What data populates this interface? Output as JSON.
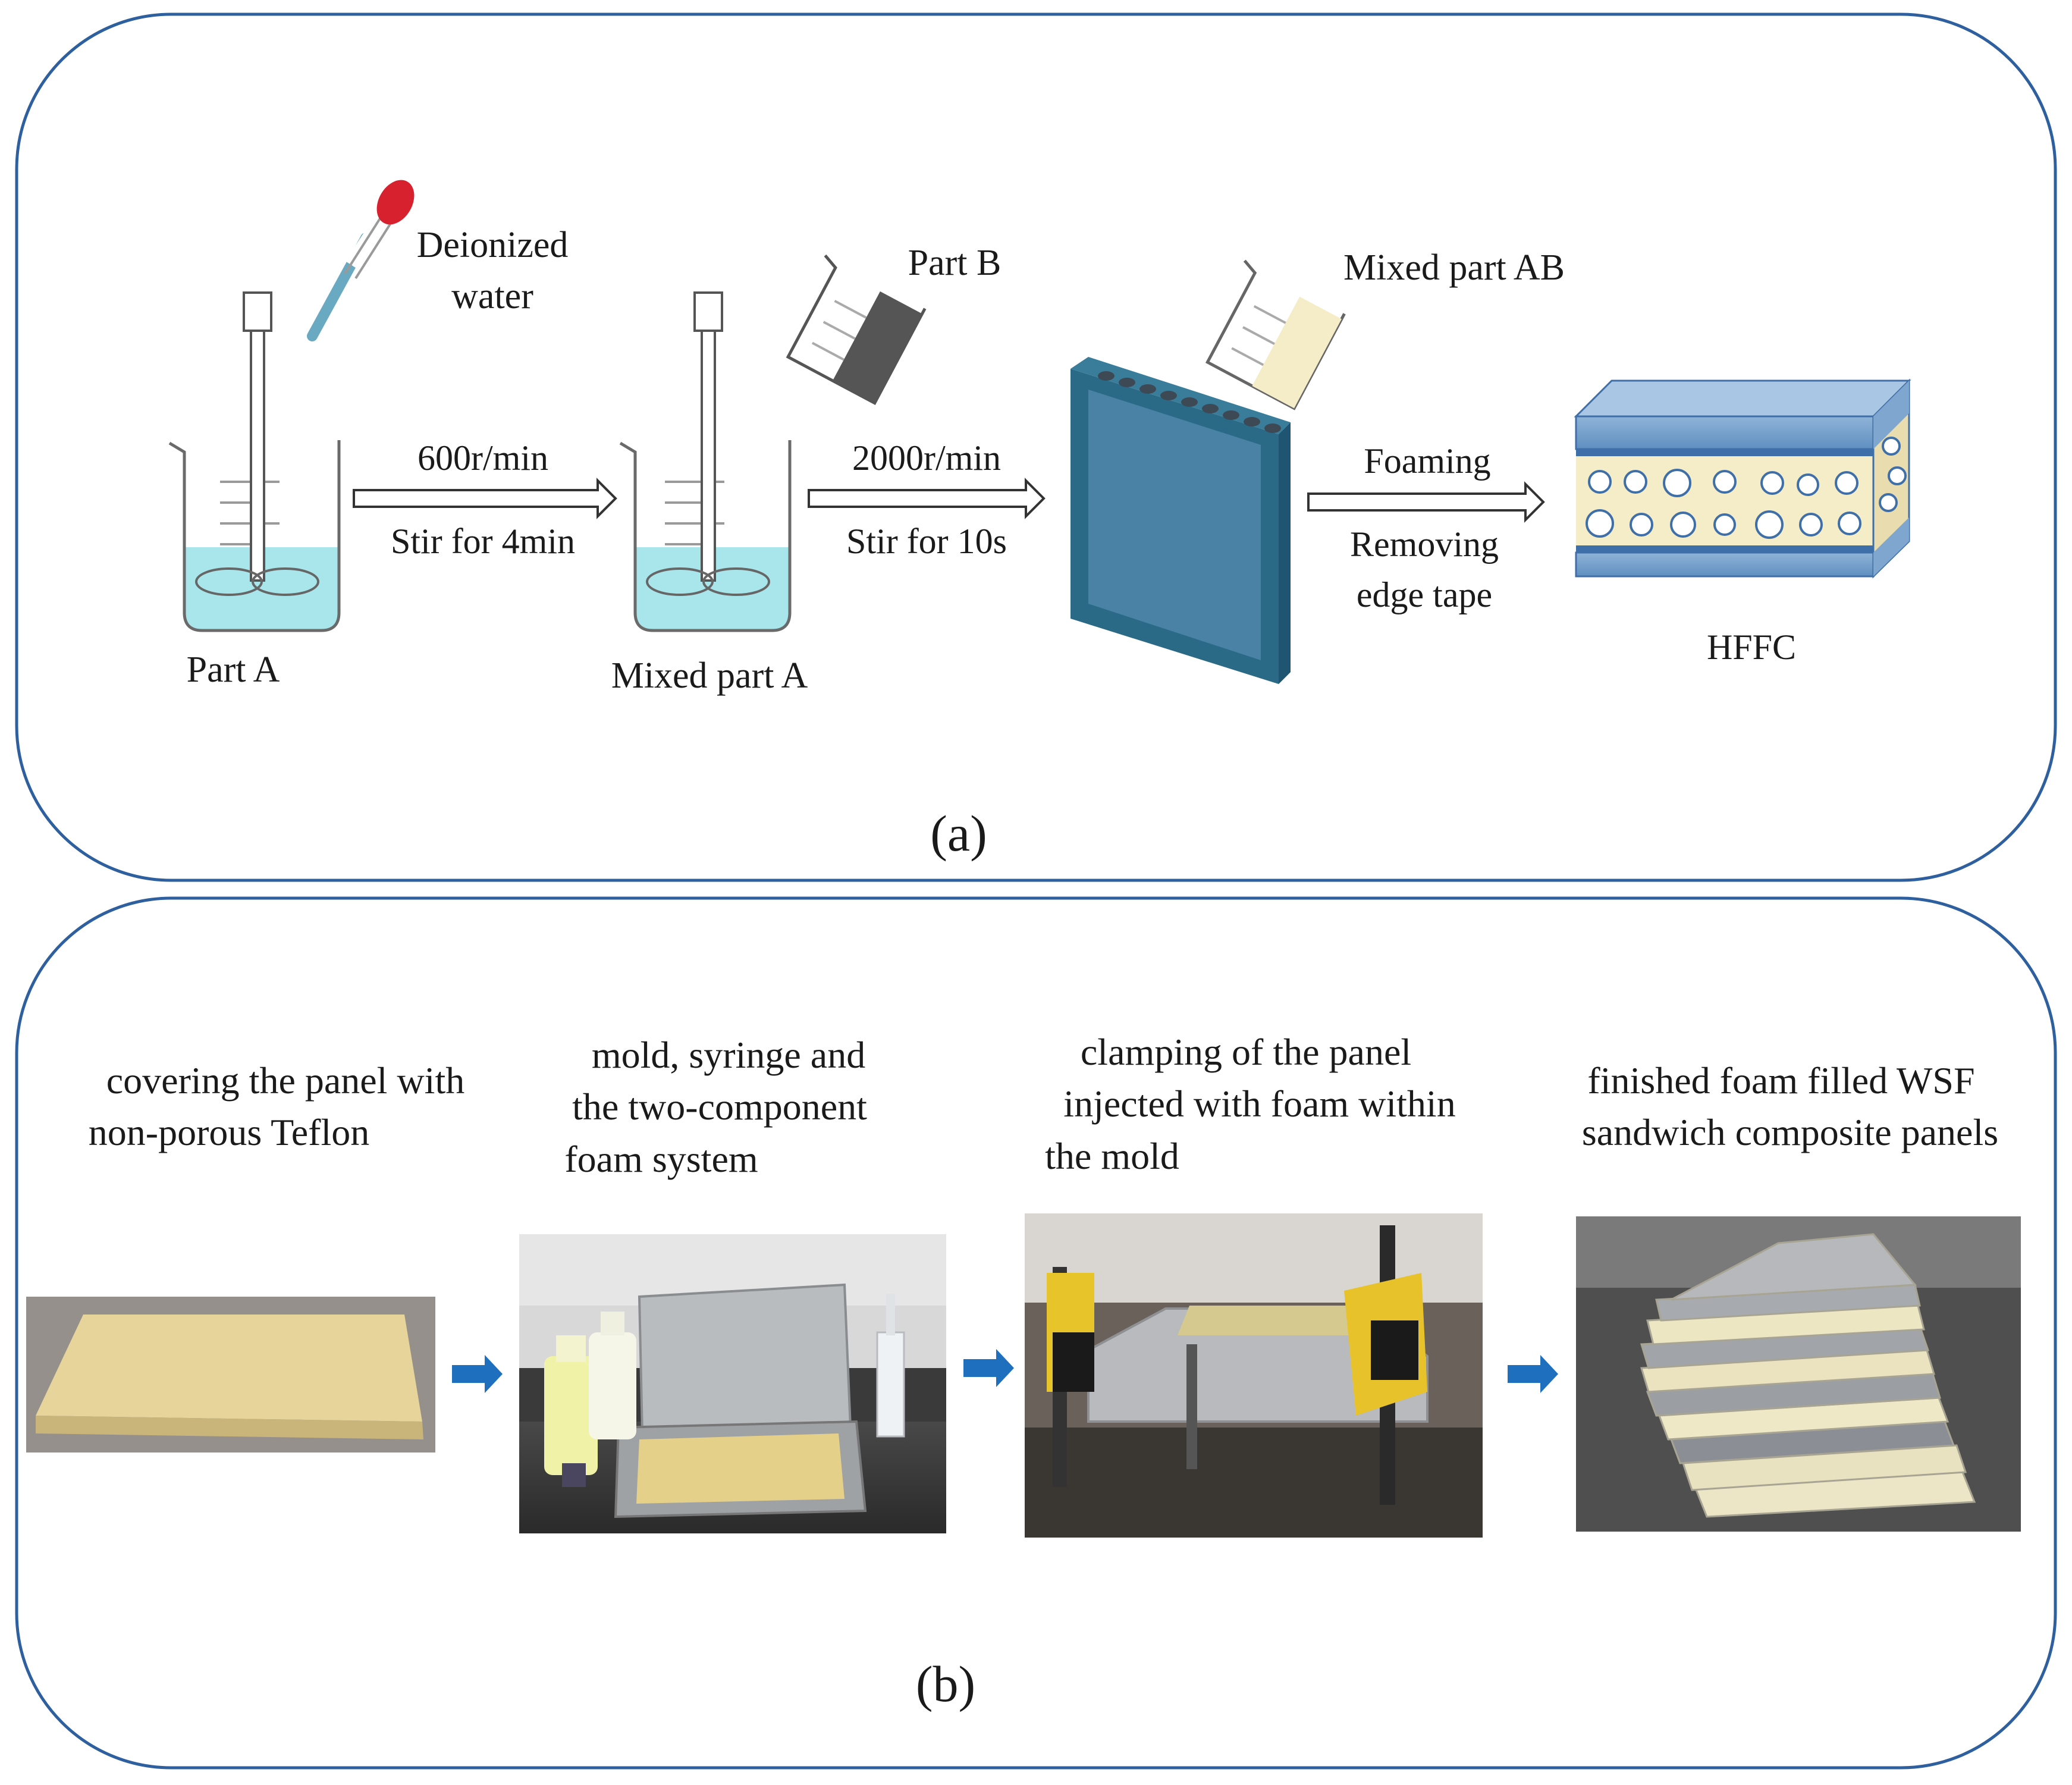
{
  "panel_a": {
    "caption": "(a)",
    "labels": {
      "deionized_water_line1": "Deionized",
      "deionized_water_line2": "water",
      "part_b": "Part B",
      "mixed_part_ab": "Mixed part AB",
      "part_a": "Part A",
      "mixed_part_a": "Mixed part A",
      "hffc": "HFFC"
    },
    "steps": [
      {
        "above": "600r/min",
        "below": "Stir for 4min"
      },
      {
        "above": "2000r/min",
        "below": "Stir for 10s"
      },
      {
        "above": "Foaming",
        "below_line1": "Removing",
        "below_line2": "edge tape"
      }
    ]
  },
  "panel_b": {
    "caption": "(b)",
    "steps": [
      {
        "line1": "covering the panel with",
        "line2": "non-porous Teflon"
      },
      {
        "line1": "mold, syringe and",
        "line2": "the two-component",
        "line3": "foam system"
      },
      {
        "line1": "clamping of the panel",
        "line2": "injected with foam within",
        "line3": "the mold"
      },
      {
        "line1": "finished foam filled WSF",
        "line2": "sandwich composite panels"
      }
    ]
  },
  "colors": {
    "frame": "#2e5f9e",
    "water": "#a8e6ec",
    "mold": "#4a82a6",
    "arrow_blue": "#1f6fbf",
    "foam": "#f5ecc8"
  }
}
